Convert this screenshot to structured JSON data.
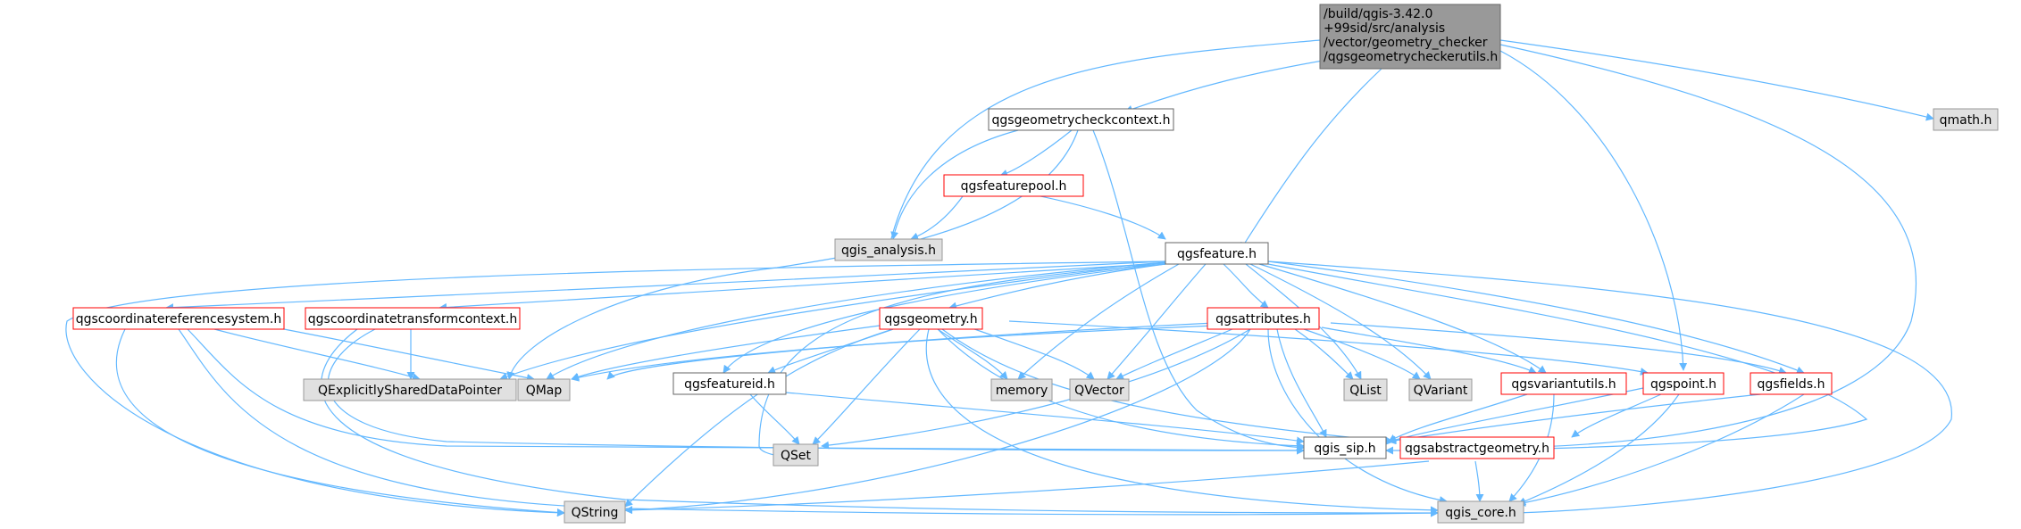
{
  "colors": {
    "edge": "#63b8ff",
    "root_fill": "#999999",
    "root_border": "#666666",
    "normal_fill": "#ffffff",
    "normal_border": "#666666",
    "external_fill": "#e0e0e0",
    "external_border": "#999999",
    "truncated_border": "#ff0000"
  },
  "nodes": {
    "root": {
      "lines": [
        "/build/qgis-3.42.0",
        "+99sid/src/analysis",
        "/vector/geometry_checker",
        "/qgsgeometrycheckerutils.h"
      ],
      "style": "root"
    },
    "qgsgeometrycheckcontext": {
      "lines": [
        "qgsgeometrycheckcontext.h"
      ],
      "style": "normal"
    },
    "qmath": {
      "lines": [
        "qmath.h"
      ],
      "style": "external"
    },
    "qgsfeaturepool": {
      "lines": [
        "qgsfeaturepool.h"
      ],
      "style": "truncated"
    },
    "qgis_analysis": {
      "lines": [
        "qgis_analysis.h"
      ],
      "style": "external"
    },
    "qgsfeature": {
      "lines": [
        "qgsfeature.h"
      ],
      "style": "normal"
    },
    "qgscrs": {
      "lines": [
        "qgscoordinatereferencesystem.h"
      ],
      "style": "truncated"
    },
    "qgsctc": {
      "lines": [
        "qgscoordinatetransformcontext.h"
      ],
      "style": "truncated"
    },
    "qgsgeometry": {
      "lines": [
        "qgsgeometry.h"
      ],
      "style": "truncated"
    },
    "qgsattributes": {
      "lines": [
        "qgsattributes.h"
      ],
      "style": "truncated"
    },
    "qexplicit": {
      "lines": [
        "QExplicitlySharedDataPointer"
      ],
      "style": "external"
    },
    "qmap": {
      "lines": [
        "QMap"
      ],
      "style": "external"
    },
    "qgsfeatureid": {
      "lines": [
        "qgsfeatureid.h"
      ],
      "style": "normal"
    },
    "memory": {
      "lines": [
        "memory"
      ],
      "style": "external"
    },
    "qvector": {
      "lines": [
        "QVector"
      ],
      "style": "external"
    },
    "qlist": {
      "lines": [
        "QList"
      ],
      "style": "external"
    },
    "qvariant": {
      "lines": [
        "QVariant"
      ],
      "style": "external"
    },
    "qgsvariantutils": {
      "lines": [
        "qgsvariantutils.h"
      ],
      "style": "truncated"
    },
    "qgspoint": {
      "lines": [
        "qgspoint.h"
      ],
      "style": "truncated"
    },
    "qgsfields": {
      "lines": [
        "qgsfields.h"
      ],
      "style": "truncated"
    },
    "qset": {
      "lines": [
        "QSet"
      ],
      "style": "external"
    },
    "qgis_sip": {
      "lines": [
        "qgis_sip.h"
      ],
      "style": "normal"
    },
    "qgsabstractgeometry": {
      "lines": [
        "qgsabstractgeometry.h"
      ],
      "style": "truncated"
    },
    "qstring": {
      "lines": [
        "QString"
      ],
      "style": "external"
    },
    "qgis_core": {
      "lines": [
        "qgis_core.h"
      ],
      "style": "external"
    }
  }
}
